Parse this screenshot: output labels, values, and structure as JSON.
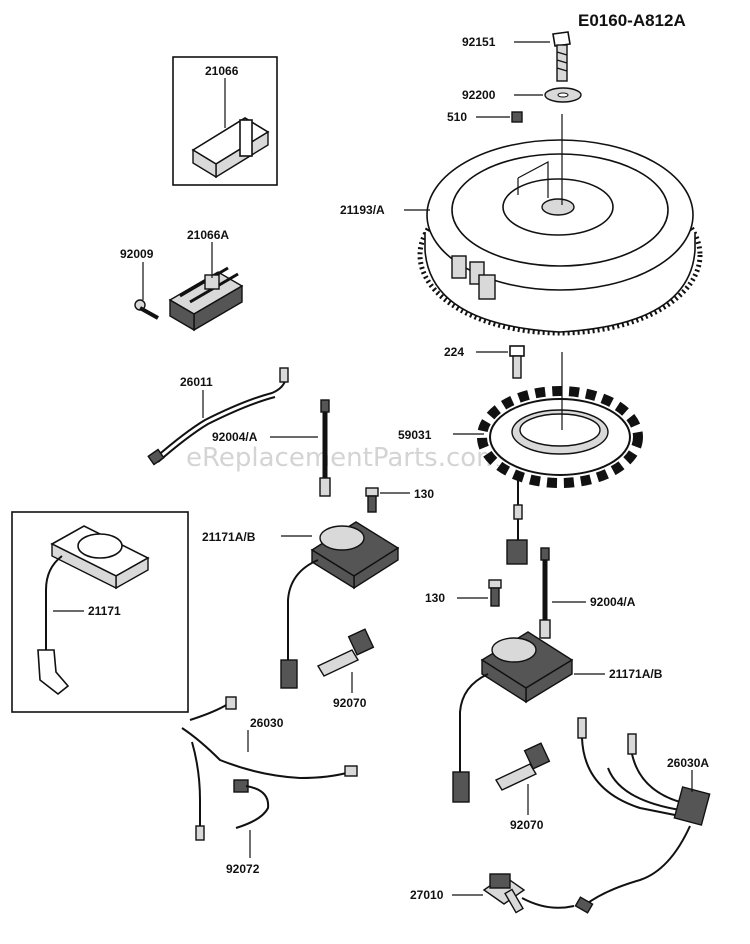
{
  "diagram_code": "E0160-A812A",
  "watermark": "eReplacementParts.com",
  "parts": {
    "p92151": "92151",
    "p92200": "92200",
    "p510": "510",
    "p21066": "21066",
    "p21193A": "21193/A",
    "p92009": "92009",
    "p21066A": "21066A",
    "p224": "224",
    "p26011": "26011",
    "p59031": "59031",
    "p92004A_left": "92004/A",
    "p130_left": "130",
    "p21171AB_left": "21171A/B",
    "p21171": "21171",
    "p92070_left": "92070",
    "p130_right": "130",
    "p92004A_right": "92004/A",
    "p21171AB_right": "21171A/B",
    "p26030": "26030",
    "p26030A": "26030A",
    "p92070_right": "92070",
    "p92072": "92072",
    "p27010": "27010"
  }
}
